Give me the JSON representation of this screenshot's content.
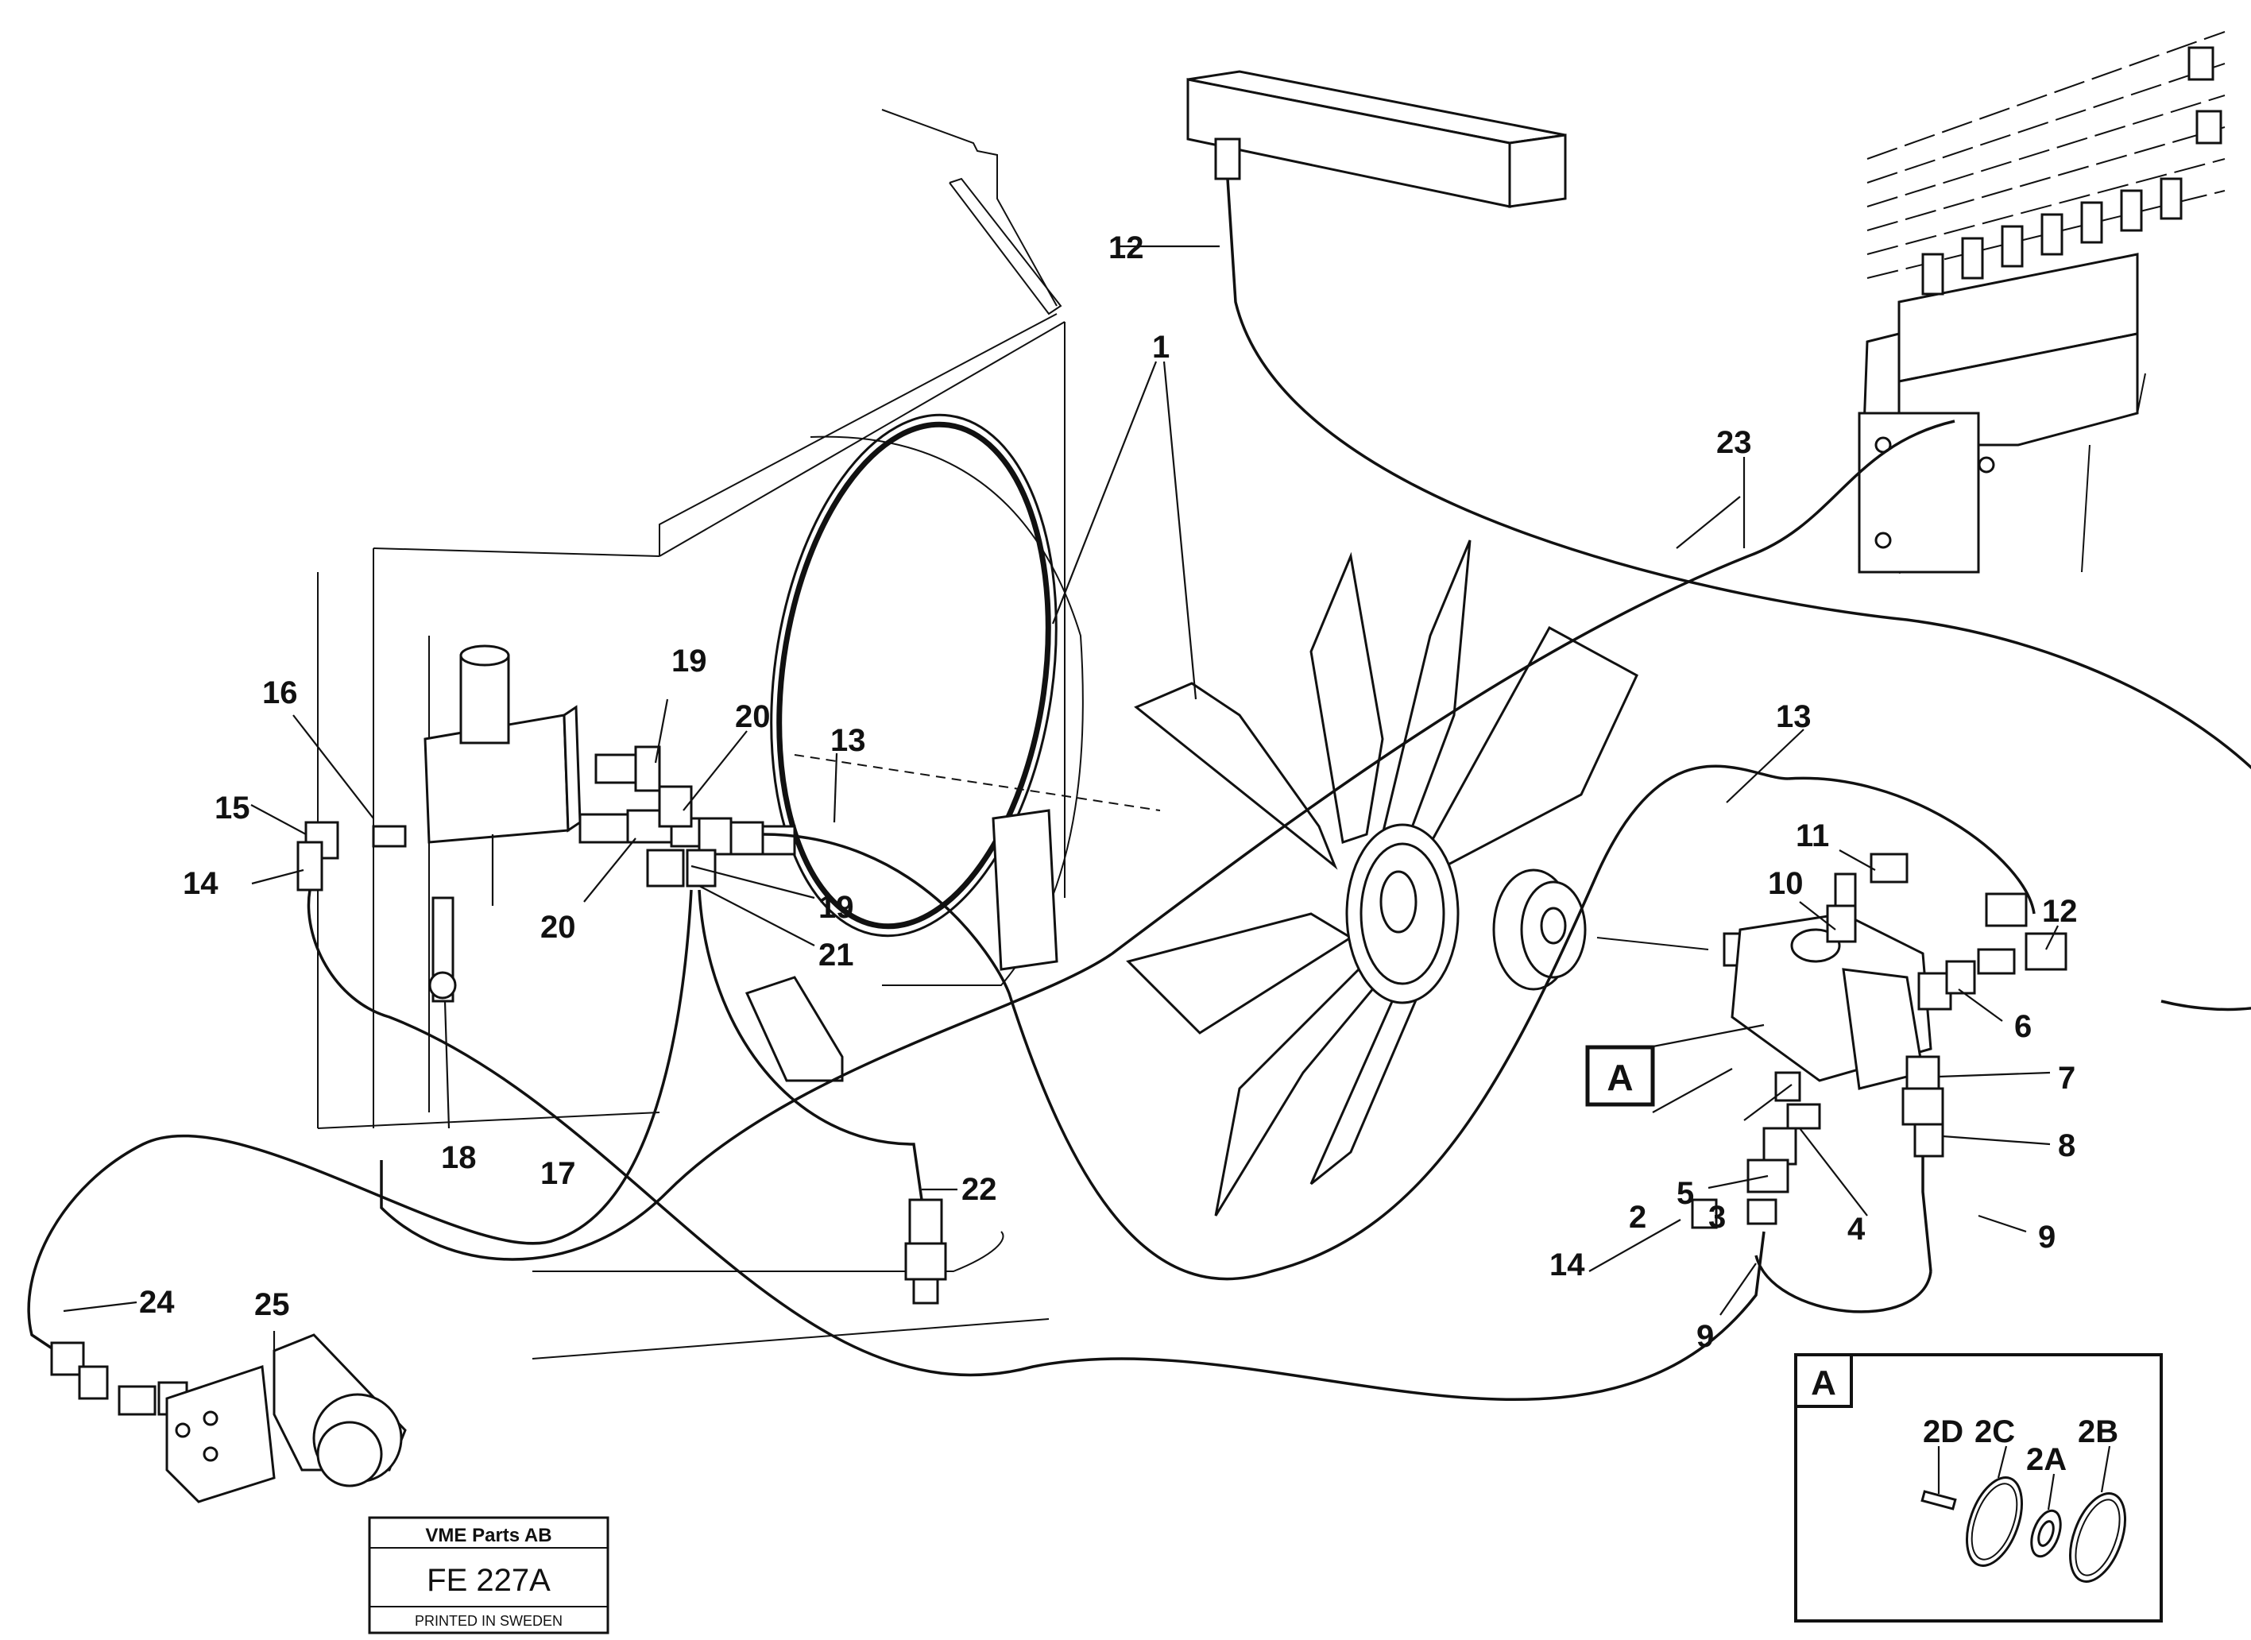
{
  "callouts": [
    {
      "id": "1",
      "text": "1"
    },
    {
      "id": "2",
      "text": "2"
    },
    {
      "id": "3",
      "text": "3"
    },
    {
      "id": "4",
      "text": "4"
    },
    {
      "id": "5",
      "text": "5"
    },
    {
      "id": "6",
      "text": "6"
    },
    {
      "id": "7",
      "text": "7"
    },
    {
      "id": "8",
      "text": "8"
    },
    {
      "id": "9a",
      "text": "9"
    },
    {
      "id": "9b",
      "text": "9"
    },
    {
      "id": "10",
      "text": "10"
    },
    {
      "id": "11",
      "text": "11"
    },
    {
      "id": "12a",
      "text": "12"
    },
    {
      "id": "12b",
      "text": "12"
    },
    {
      "id": "13a",
      "text": "13"
    },
    {
      "id": "13b",
      "text": "13"
    },
    {
      "id": "14a",
      "text": "14"
    },
    {
      "id": "14b",
      "text": "14"
    },
    {
      "id": "15",
      "text": "15"
    },
    {
      "id": "16",
      "text": "16"
    },
    {
      "id": "17",
      "text": "17"
    },
    {
      "id": "18",
      "text": "18"
    },
    {
      "id": "19a",
      "text": "19"
    },
    {
      "id": "19b",
      "text": "19"
    },
    {
      "id": "20a",
      "text": "20"
    },
    {
      "id": "20b",
      "text": "20"
    },
    {
      "id": "21",
      "text": "21"
    },
    {
      "id": "22",
      "text": "22"
    },
    {
      "id": "23",
      "text": "23"
    },
    {
      "id": "24",
      "text": "24"
    },
    {
      "id": "25",
      "text": "25"
    }
  ],
  "detail": {
    "marker": "A",
    "inset_marker": "A",
    "labels": {
      "d2D": "2D",
      "d2C": "2C",
      "d2A": "2A",
      "d2B": "2B"
    }
  },
  "stamp": {
    "company": "VME Parts AB",
    "code": "FE 227A",
    "footer": "PRINTED IN SWEDEN"
  }
}
